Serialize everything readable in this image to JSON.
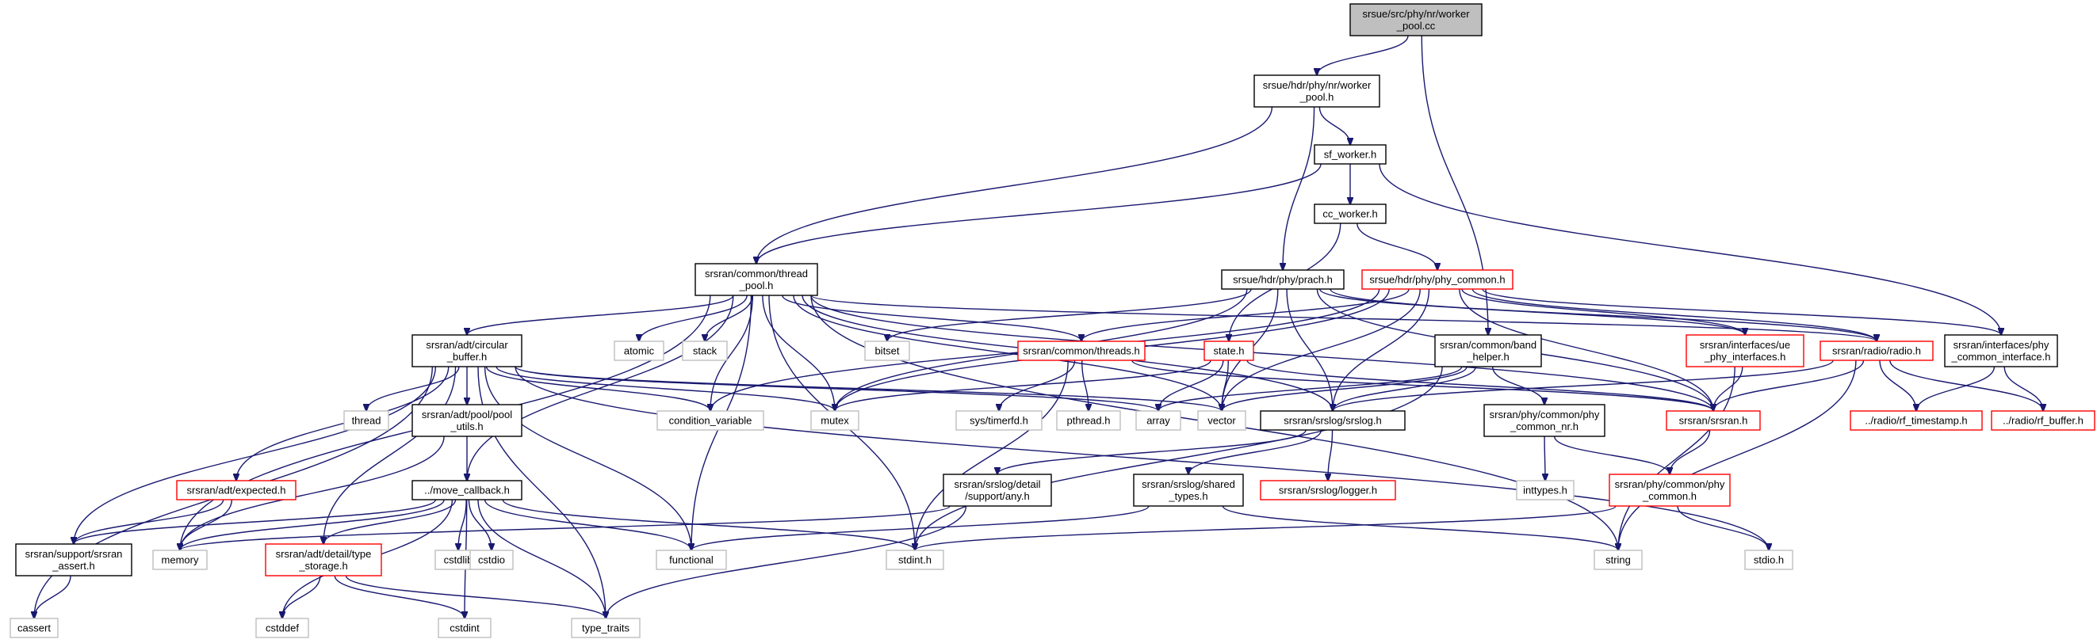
{
  "nodes": [
    {
      "id": "root",
      "label": [
        "srsue/src/phy/nr/worker",
        "_pool.cc"
      ],
      "style": "root"
    },
    {
      "id": "worker_pool_h",
      "label": [
        "srsue/hdr/phy/nr/worker",
        "_pool.h"
      ],
      "style": "normal"
    },
    {
      "id": "sf_worker",
      "label": [
        "sf_worker.h"
      ],
      "style": "normal"
    },
    {
      "id": "cc_worker",
      "label": [
        "cc_worker.h"
      ],
      "style": "normal"
    },
    {
      "id": "thread_pool",
      "label": [
        "srsran/common/thread",
        "_pool.h"
      ],
      "style": "normal"
    },
    {
      "id": "prach",
      "label": [
        "srsue/hdr/phy/prach.h"
      ],
      "style": "normal"
    },
    {
      "id": "phy_common",
      "label": [
        "srsue/hdr/phy/phy_common.h"
      ],
      "style": "red"
    },
    {
      "id": "circular_buffer",
      "label": [
        "srsran/adt/circular",
        "_buffer.h"
      ],
      "style": "normal"
    },
    {
      "id": "atomic",
      "label": [
        "atomic"
      ],
      "style": "gray"
    },
    {
      "id": "stack",
      "label": [
        "stack"
      ],
      "style": "gray"
    },
    {
      "id": "bitset",
      "label": [
        "bitset"
      ],
      "style": "gray"
    },
    {
      "id": "threads_h",
      "label": [
        "srsran/common/threads.h"
      ],
      "style": "red"
    },
    {
      "id": "state_h",
      "label": [
        "state.h"
      ],
      "style": "red"
    },
    {
      "id": "band_helper",
      "label": [
        "srsran/common/band",
        "_helper.h"
      ],
      "style": "normal"
    },
    {
      "id": "ue_phy_interfaces",
      "label": [
        "srsran/interfaces/ue",
        "_phy_interfaces.h"
      ],
      "style": "red"
    },
    {
      "id": "radio_h",
      "label": [
        "srsran/radio/radio.h"
      ],
      "style": "red"
    },
    {
      "id": "phy_common_interface",
      "label": [
        "srsran/interfaces/phy",
        "_common_interface.h"
      ],
      "style": "normal"
    },
    {
      "id": "thread",
      "label": [
        "thread"
      ],
      "style": "gray"
    },
    {
      "id": "pool_utils",
      "label": [
        "srsran/adt/pool/pool",
        "_utils.h"
      ],
      "style": "normal"
    },
    {
      "id": "condition_variable",
      "label": [
        "condition_variable"
      ],
      "style": "gray"
    },
    {
      "id": "mutex",
      "label": [
        "mutex"
      ],
      "style": "gray"
    },
    {
      "id": "sys_timerfd",
      "label": [
        "sys/timerfd.h"
      ],
      "style": "gray"
    },
    {
      "id": "pthread",
      "label": [
        "pthread.h"
      ],
      "style": "gray"
    },
    {
      "id": "array",
      "label": [
        "array"
      ],
      "style": "gray"
    },
    {
      "id": "vector",
      "label": [
        "vector"
      ],
      "style": "gray"
    },
    {
      "id": "srslog",
      "label": [
        "srsran/srslog/srslog.h"
      ],
      "style": "normal"
    },
    {
      "id": "srsran_h",
      "label": [
        "srsran/srsran.h"
      ],
      "style": "red"
    },
    {
      "id": "rf_timestamp",
      "label": [
        "../radio/rf_timestamp.h"
      ],
      "style": "red"
    },
    {
      "id": "rf_buffer",
      "label": [
        "../radio/rf_buffer.h"
      ],
      "style": "red"
    },
    {
      "id": "expected",
      "label": [
        "srsran/adt/expected.h"
      ],
      "style": "red"
    },
    {
      "id": "move_callback",
      "label": [
        "../move_callback.h"
      ],
      "style": "normal"
    },
    {
      "id": "any_h",
      "label": [
        "srsran/srslog/detail",
        "/support/any.h"
      ],
      "style": "normal"
    },
    {
      "id": "shared_types",
      "label": [
        "srsran/srslog/shared",
        "_types.h"
      ],
      "style": "normal"
    },
    {
      "id": "logger_h",
      "label": [
        "srsran/srslog/logger.h"
      ],
      "style": "red"
    },
    {
      "id": "phy_common_nr",
      "label": [
        "srsran/phy/common/phy",
        "_common_nr.h"
      ],
      "style": "normal"
    },
    {
      "id": "inttypes",
      "label": [
        "inttypes.h"
      ],
      "style": "gray"
    },
    {
      "id": "phy_common_phy",
      "label": [
        "srsran/phy/common/phy",
        "_common.h"
      ],
      "style": "red"
    },
    {
      "id": "srsran_assert",
      "label": [
        "srsran/support/srsran",
        "_assert.h"
      ],
      "style": "normal"
    },
    {
      "id": "memory",
      "label": [
        "memory"
      ],
      "style": "gray"
    },
    {
      "id": "type_storage",
      "label": [
        "srsran/adt/detail/type",
        "_storage.h"
      ],
      "style": "red"
    },
    {
      "id": "cstdlib",
      "label": [
        "cstdlib"
      ],
      "style": "gray"
    },
    {
      "id": "cstdio",
      "label": [
        "cstdio"
      ],
      "style": "gray"
    },
    {
      "id": "functional",
      "label": [
        "functional"
      ],
      "style": "gray"
    },
    {
      "id": "stdint",
      "label": [
        "stdint.h"
      ],
      "style": "gray"
    },
    {
      "id": "string",
      "label": [
        "string"
      ],
      "style": "gray"
    },
    {
      "id": "stdio",
      "label": [
        "stdio.h"
      ],
      "style": "gray"
    },
    {
      "id": "cassert",
      "label": [
        "cassert"
      ],
      "style": "gray"
    },
    {
      "id": "cstddef",
      "label": [
        "cstddef"
      ],
      "style": "gray"
    },
    {
      "id": "cstdint",
      "label": [
        "cstdint"
      ],
      "style": "gray"
    },
    {
      "id": "type_traits",
      "label": [
        "type_traits"
      ],
      "style": "gray"
    }
  ],
  "edges": [
    [
      "root",
      "worker_pool_h"
    ],
    [
      "root",
      "band_helper"
    ],
    [
      "worker_pool_h",
      "sf_worker"
    ],
    [
      "worker_pool_h",
      "thread_pool"
    ],
    [
      "worker_pool_h",
      "prach"
    ],
    [
      "sf_worker",
      "cc_worker"
    ],
    [
      "sf_worker",
      "thread_pool"
    ],
    [
      "sf_worker",
      "phy_common_interface"
    ],
    [
      "cc_worker",
      "phy_common"
    ],
    [
      "cc_worker",
      "state_h"
    ],
    [
      "thread_pool",
      "circular_buffer"
    ],
    [
      "thread_pool",
      "atomic"
    ],
    [
      "thread_pool",
      "stack"
    ],
    [
      "thread_pool",
      "threads_h"
    ],
    [
      "thread_pool",
      "condition_variable"
    ],
    [
      "thread_pool",
      "mutex"
    ],
    [
      "thread_pool",
      "memory"
    ],
    [
      "thread_pool",
      "functional"
    ],
    [
      "thread_pool",
      "stdint"
    ],
    [
      "thread_pool",
      "vector"
    ],
    [
      "thread_pool",
      "srslog"
    ],
    [
      "thread_pool",
      "move_callback"
    ],
    [
      "thread_pool",
      "string"
    ],
    [
      "thread_pool",
      "radio_h"
    ],
    [
      "thread_pool",
      "srsran_h"
    ],
    [
      "prach",
      "bitset"
    ],
    [
      "prach",
      "mutex"
    ],
    [
      "prach",
      "srslog"
    ],
    [
      "prach",
      "vector"
    ],
    [
      "prach",
      "srsran_h"
    ],
    [
      "prach",
      "ue_phy_interfaces"
    ],
    [
      "prach",
      "radio_h"
    ],
    [
      "phy_common",
      "threads_h"
    ],
    [
      "phy_common",
      "condition_variable"
    ],
    [
      "phy_common",
      "mutex"
    ],
    [
      "phy_common",
      "vector"
    ],
    [
      "phy_common",
      "srslog"
    ],
    [
      "phy_common",
      "srsran_h"
    ],
    [
      "phy_common",
      "ue_phy_interfaces"
    ],
    [
      "phy_common",
      "radio_h"
    ],
    [
      "phy_common",
      "phy_common_interface"
    ],
    [
      "circular_buffer",
      "thread"
    ],
    [
      "circular_buffer",
      "pool_utils"
    ],
    [
      "circular_buffer",
      "condition_variable"
    ],
    [
      "circular_buffer",
      "mutex"
    ],
    [
      "circular_buffer",
      "array"
    ],
    [
      "circular_buffer",
      "vector"
    ],
    [
      "circular_buffer",
      "expected"
    ],
    [
      "circular_buffer",
      "srsran_assert"
    ],
    [
      "circular_buffer",
      "cassert"
    ],
    [
      "circular_buffer",
      "type_storage"
    ],
    [
      "circular_buffer",
      "functional"
    ],
    [
      "circular_buffer",
      "type_traits"
    ],
    [
      "circular_buffer",
      "stdio"
    ],
    [
      "threads_h",
      "sys_timerfd"
    ],
    [
      "threads_h",
      "pthread"
    ],
    [
      "threads_h",
      "stdint"
    ],
    [
      "threads_h",
      "srsran_h"
    ],
    [
      "state_h",
      "array"
    ],
    [
      "state_h",
      "mutex"
    ],
    [
      "state_h",
      "vector"
    ],
    [
      "state_h",
      "srsran_h"
    ],
    [
      "band_helper",
      "array"
    ],
    [
      "band_helper",
      "vector"
    ],
    [
      "band_helper",
      "srslog"
    ],
    [
      "band_helper",
      "phy_common_nr"
    ],
    [
      "band_helper",
      "stdint"
    ],
    [
      "ue_phy_interfaces",
      "srsran_h"
    ],
    [
      "ue_phy_interfaces",
      "string"
    ],
    [
      "radio_h",
      "srslog"
    ],
    [
      "radio_h",
      "srsran_h"
    ],
    [
      "radio_h",
      "rf_timestamp"
    ],
    [
      "radio_h",
      "rf_buffer"
    ],
    [
      "radio_h",
      "string"
    ],
    [
      "phy_common_interface",
      "rf_timestamp"
    ],
    [
      "phy_common_interface",
      "rf_buffer"
    ],
    [
      "pool_utils",
      "move_callback"
    ],
    [
      "pool_utils",
      "memory"
    ],
    [
      "srslog",
      "any_h"
    ],
    [
      "srslog",
      "shared_types"
    ],
    [
      "srslog",
      "logger_h"
    ],
    [
      "srsran_h",
      "phy_common_phy"
    ],
    [
      "expected",
      "srsran_assert"
    ],
    [
      "expected",
      "memory"
    ],
    [
      "move_callback",
      "srsran_assert"
    ],
    [
      "move_callback",
      "memory"
    ],
    [
      "move_callback",
      "type_storage"
    ],
    [
      "move_callback",
      "cstdlib"
    ],
    [
      "move_callback",
      "cstdio"
    ],
    [
      "move_callback",
      "functional"
    ],
    [
      "move_callback",
      "stdint"
    ],
    [
      "move_callback",
      "cstddef"
    ],
    [
      "move_callback",
      "cstdint"
    ],
    [
      "move_callback",
      "type_traits"
    ],
    [
      "any_h",
      "memory"
    ],
    [
      "any_h",
      "type_traits"
    ],
    [
      "shared_types",
      "functional"
    ],
    [
      "shared_types",
      "string"
    ],
    [
      "phy_common_nr",
      "inttypes"
    ],
    [
      "phy_common_nr",
      "phy_common_phy"
    ],
    [
      "phy_common_phy",
      "stdint"
    ],
    [
      "phy_common_phy",
      "stdio"
    ],
    [
      "srsran_assert",
      "cassert"
    ],
    [
      "type_storage",
      "cstddef"
    ],
    [
      "type_storage",
      "cstdint"
    ],
    [
      "type_storage",
      "type_traits"
    ]
  ]
}
